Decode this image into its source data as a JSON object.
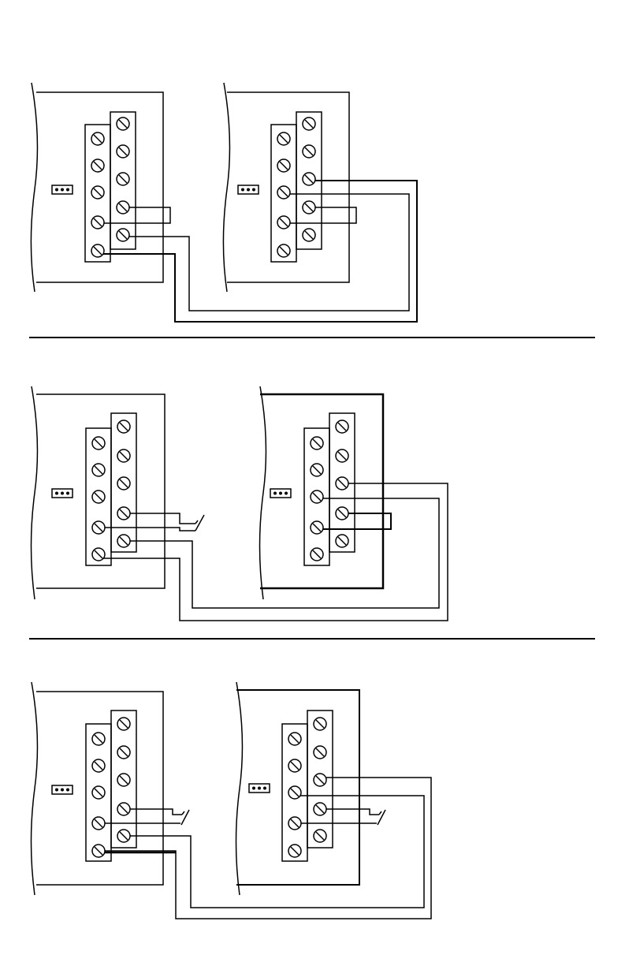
{
  "colors": {
    "line": "#000000",
    "background": "#ffffff"
  },
  "icons": {
    "terminal_screw": "screw-terminal-icon",
    "jumper": "jumper-header-icon",
    "switch": "switch-contact-icon"
  },
  "panels": [
    {
      "name": "wiring-diagram-1",
      "units": 2,
      "switches": 0
    },
    {
      "name": "wiring-diagram-2",
      "units": 2,
      "switches": 1
    },
    {
      "name": "wiring-diagram-3",
      "units": 2,
      "switches": 2
    }
  ]
}
